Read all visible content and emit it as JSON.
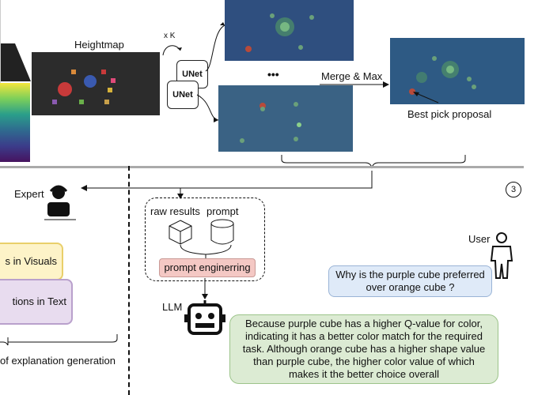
{
  "top": {
    "heightmap_label": "Heightmap",
    "xk_label": "x K",
    "unet_label": "UNet",
    "ellipsis": "•••",
    "merge_max_label": "Merge & Max",
    "best_pick_label": "Best pick proposal"
  },
  "left": {
    "expert_label": "Expert",
    "visuals_box": "s in Visuals",
    "text_box": "tions in Text",
    "explanation_label": "of explanation generation"
  },
  "pipeline": {
    "raw_results_label": "raw results",
    "prompt_label": "prompt",
    "prompt_eng_label": "prompt enginerring",
    "llm_label": "LLM"
  },
  "chat": {
    "step_number": "3",
    "user_label": "User",
    "question": "Why is the purple cube preferred over orange cube ?",
    "answer": "Because purple cube has a higher Q-value for color, indicating it has a better color match for the required task. Although orange cube has a higher shape value than purple cube, the higher color value of which makes it the better choice overall"
  },
  "colors": {
    "heatmap_bg": "#2f4f7f",
    "visual_box_bg": "#fdf3c8",
    "visual_box_border": "#e9cf6a",
    "text_box_bg": "#e8dcef",
    "text_box_border": "#b9a0cc",
    "prompt_eng_bg": "#f4c8c4",
    "question_bg": "#dfeaf8",
    "answer_bg": "#dcebd3",
    "answer_border": "#9cc48a"
  }
}
